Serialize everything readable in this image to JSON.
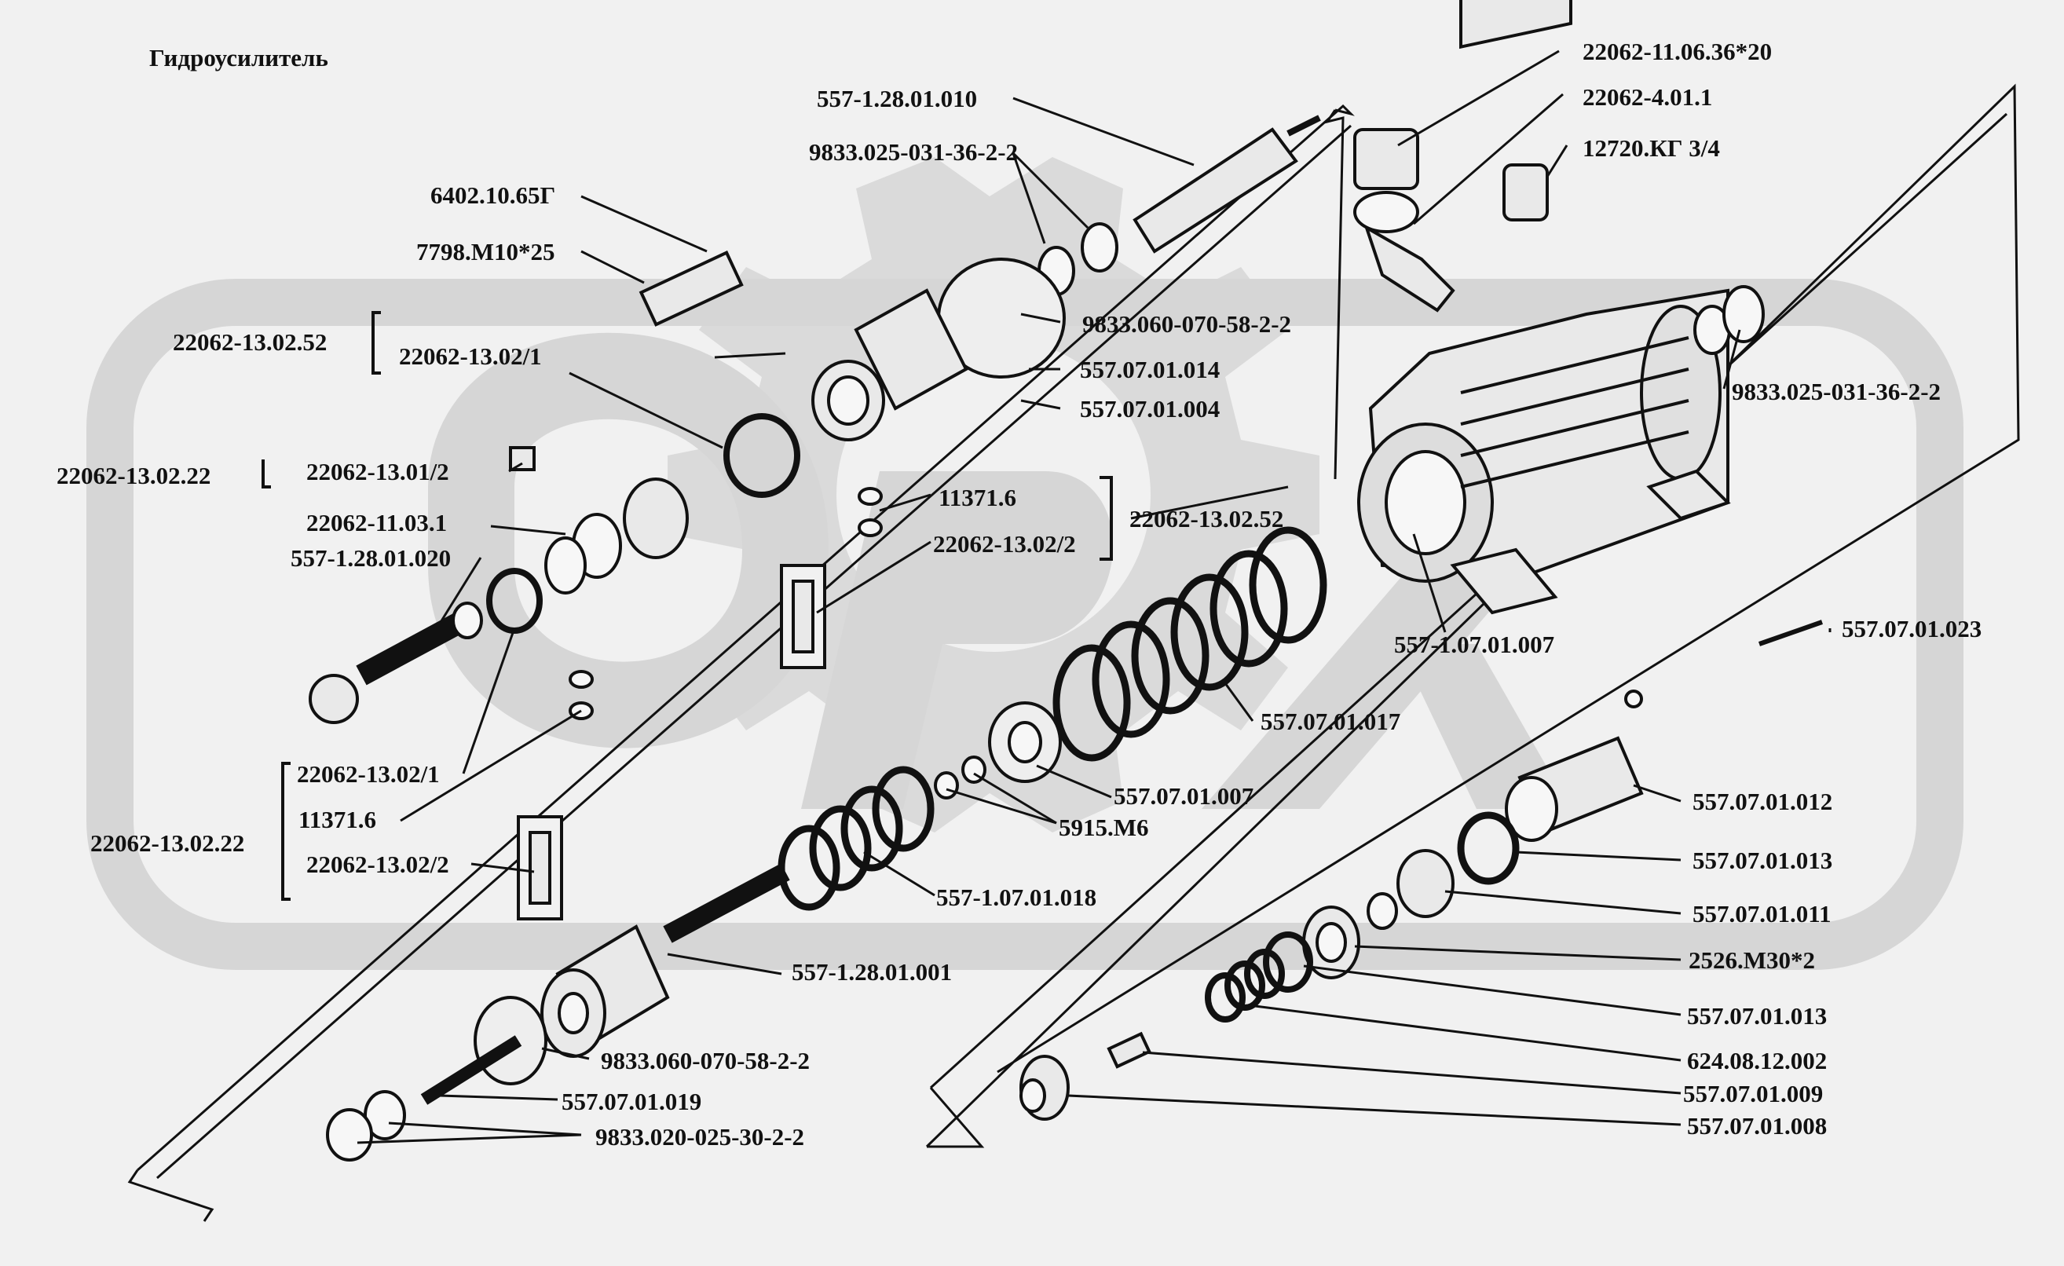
{
  "title": "Гидроусилитель",
  "colors": {
    "background": "#f1f1f1",
    "watermark": "#d6d6d6",
    "ink": "#111111"
  },
  "labels": [
    {
      "id": "l01",
      "text": "22062-11.06.36*20"
    },
    {
      "id": "l02",
      "text": "22062-4.01.1"
    },
    {
      "id": "l03",
      "text": "12720.КГ 3/4"
    },
    {
      "id": "l04",
      "text": "557-1.28.01.010"
    },
    {
      "id": "l05",
      "text": "9833.025-031-36-2-2"
    },
    {
      "id": "l06",
      "text": "6402.10.65Г"
    },
    {
      "id": "l07",
      "text": "7798.М10*25"
    },
    {
      "id": "l08",
      "text": "22062-13.02.52"
    },
    {
      "id": "l09",
      "text": "22062-13.02/1"
    },
    {
      "id": "l10",
      "text": "9833.060-070-58-2-2"
    },
    {
      "id": "l11",
      "text": "557.07.01.014"
    },
    {
      "id": "l12",
      "text": "557.07.01.004"
    },
    {
      "id": "l13",
      "text": "9833.025-031-36-2-2"
    },
    {
      "id": "l14",
      "text": "22062-13.02.22"
    },
    {
      "id": "l15",
      "text": "22062-13.01/2"
    },
    {
      "id": "l16",
      "text": "22062-11.03.1"
    },
    {
      "id": "l17",
      "text": "557-1.28.01.020"
    },
    {
      "id": "l18",
      "text": "11371.6"
    },
    {
      "id": "l19",
      "text": "22062-13.02/2"
    },
    {
      "id": "l20",
      "text": "22062-13.02.52"
    },
    {
      "id": "l21",
      "text": "557-1.07.01.007"
    },
    {
      "id": "l22",
      "text": "557.07.01.023"
    },
    {
      "id": "l23",
      "text": "557.07.01.017"
    },
    {
      "id": "l24",
      "text": "557.07.01.007"
    },
    {
      "id": "l25",
      "text": "5915.М6"
    },
    {
      "id": "l26",
      "text": "22062-13.02/1"
    },
    {
      "id": "l27",
      "text": "11371.6"
    },
    {
      "id": "l28",
      "text": "22062-13.02.22"
    },
    {
      "id": "l29",
      "text": "22062-13.02/2"
    },
    {
      "id": "l30",
      "text": "557.07.01.012"
    },
    {
      "id": "l31",
      "text": "557.07.01.013"
    },
    {
      "id": "l32",
      "text": "557.07.01.011"
    },
    {
      "id": "l33",
      "text": "557-1.07.01.018"
    },
    {
      "id": "l34",
      "text": "2526.М30*2"
    },
    {
      "id": "l35",
      "text": "557-1.28.01.001"
    },
    {
      "id": "l36",
      "text": "557.07.01.013"
    },
    {
      "id": "l37",
      "text": "9833.060-070-58-2-2"
    },
    {
      "id": "l38",
      "text": "624.08.12.002"
    },
    {
      "id": "l39",
      "text": "557.07.01.019"
    },
    {
      "id": "l40",
      "text": "557.07.01.009"
    },
    {
      "id": "l41",
      "text": "557.07.01.008"
    },
    {
      "id": "l42",
      "text": "9833.020-025-30-2-2"
    }
  ]
}
